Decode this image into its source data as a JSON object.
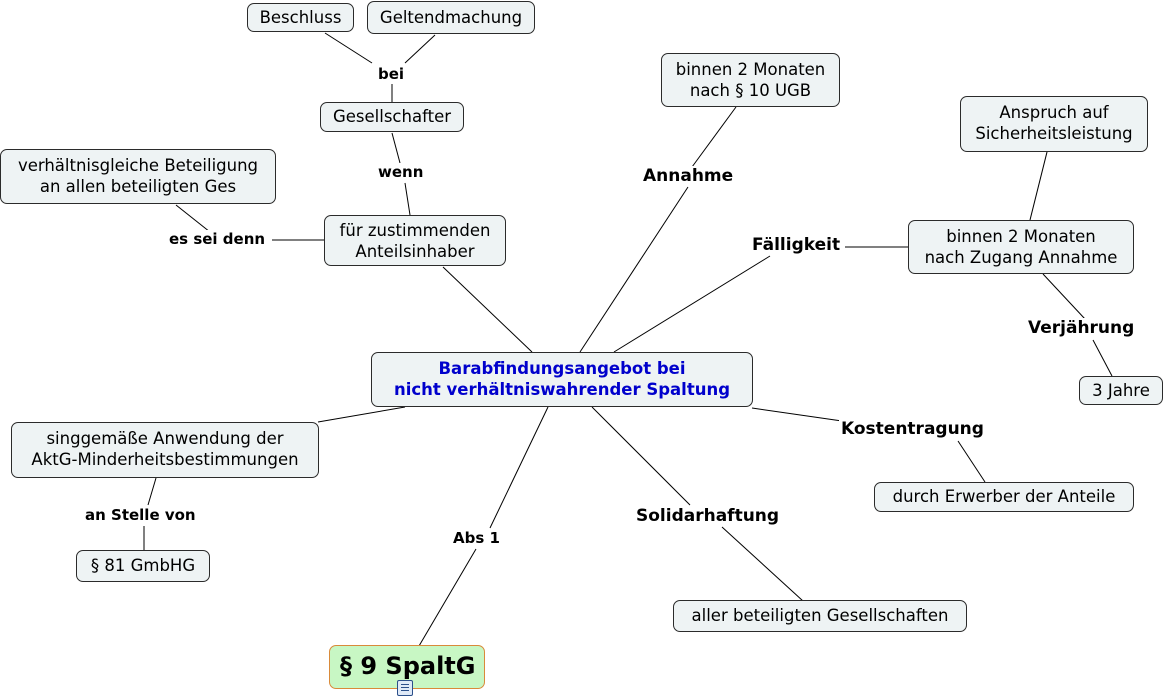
{
  "center": {
    "line1": "Barabfindungsangebot bei",
    "line2": "nicht verhältniswahrender Spaltung"
  },
  "nodes": {
    "beschluss": "Beschluss",
    "geltendmachung": "Geltendmachung",
    "gesellschafter": "Gesellschafter",
    "verhaeltnisgleiche_1": "verhältnisgleiche Beteiligung",
    "verhaeltnisgleiche_2": "an allen beteiligten Ges",
    "zustimmend_1": "für zustimmenden",
    "zustimmend_2": "Anteilsinhaber",
    "binnen_10ugb_1": "binnen 2 Monaten",
    "binnen_10ugb_2": "nach § 10 UGB",
    "anspruch_1": "Anspruch auf",
    "anspruch_2": "Sicherheitsleistung",
    "binnen_annahme_1": "binnen 2 Monaten",
    "binnen_annahme_2": "nach Zugang Annahme",
    "drei_jahre": "3 Jahre",
    "aktg_1": "singgemäße Anwendung der",
    "aktg_2": "AktG-Minderheitsbestimmungen",
    "gmbhg": "§ 81 GmbHG",
    "erwerber": "durch Erwerber der Anteile",
    "gesellschaften": "aller beteiligten Gesellschaften",
    "spaltg": "§ 9 SpaltG"
  },
  "labels": {
    "bei": "bei",
    "wenn": "wenn",
    "es_sei_denn": "es sei denn",
    "annahme": "Annahme",
    "faelligkeit": "Fälligkeit",
    "verjaehrung": "Verjährung",
    "kostentragung": "Kostentragung",
    "solidarhaftung": "Solidarhaftung",
    "abs1": "Abs 1",
    "an_stelle_von": "an Stelle von"
  },
  "icons": {
    "note": "note-icon"
  },
  "colors": {
    "center_text": "#0000cc",
    "node_fill": "#eef3f4",
    "ref_fill": "#c8f7c4",
    "ref_border": "#d98a3a"
  }
}
